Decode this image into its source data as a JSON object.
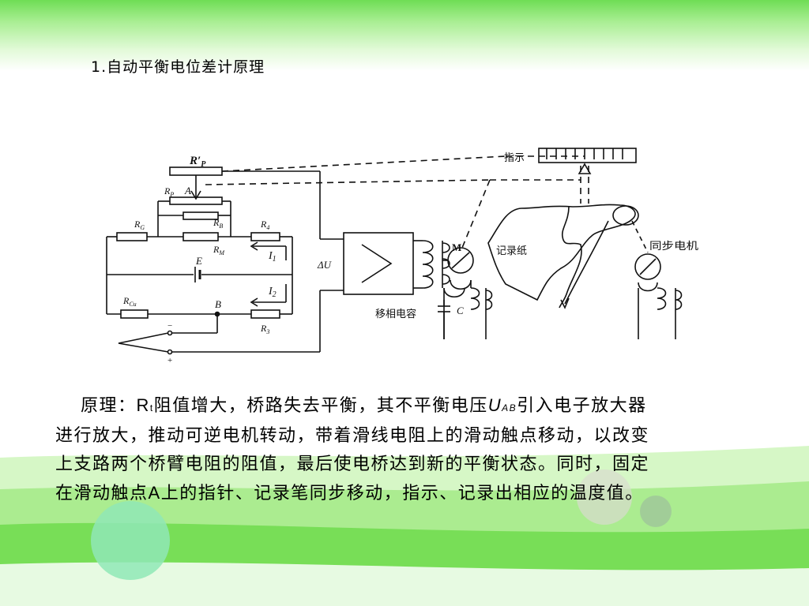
{
  "slide": {
    "title": "1.自动平衡电位差计原理"
  },
  "figure": {
    "labels": {
      "rp_prime": "R′",
      "rp_prime_sub": "P",
      "rp": "R",
      "rp_sub": "P",
      "a": "A",
      "rg": "R",
      "rg_sub": "G",
      "rb": "R",
      "rb_sub": "B",
      "r4": "R",
      "r4_sub": "4",
      "rm": "R",
      "rm_sub": "M",
      "i1": "I",
      "i1_sub": "1",
      "e": "E",
      "i2": "I",
      "i2_sub": "2",
      "rcu": "R",
      "rcu_sub": "Cu",
      "b": "B",
      "r3": "R",
      "r3_sub": "3",
      "minus": "−",
      "plus": "+",
      "delta_u": "ΔU",
      "m": "M",
      "phase_cap": "移相电容",
      "c": "C",
      "indicator": "指示",
      "paper": "记录纸",
      "sync_motor": "同步电机"
    }
  },
  "paragraph": {
    "p1": "原理：",
    "rt_r": "R",
    "rt_t": "t",
    "p2": "阻值增大，桥路失去平衡，其不平衡电压",
    "u_u": "U",
    "u_ab": "AB",
    "p3": "引入电子放大器",
    "line2": "进行放大，推动可逆电机转动，带着滑线电阻上的滑动触点移动，以改变",
    "line3": "上支路两个桥臂电阻的阻值，最后使电桥达到新的平衡状态。同时，固定",
    "p4": "在滑动触点",
    "a": "A",
    "p5": "上的指针、记录笔同步移动，指示、记录出相应的温度值。"
  }
}
